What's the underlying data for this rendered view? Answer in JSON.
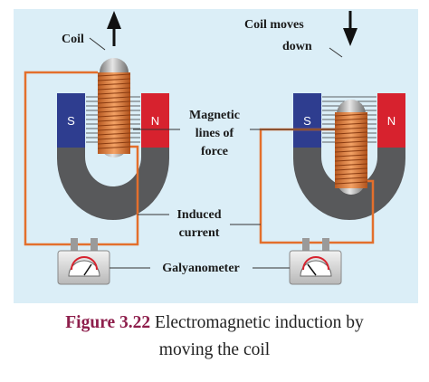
{
  "labels": {
    "coil": "Coil",
    "coil_moves": "Coil moves",
    "down": "down",
    "magnetic": "Magnetic",
    "lines_of": "lines of",
    "force": "force",
    "induced": "Induced",
    "current": "current",
    "galvanometer": "Galyanometer"
  },
  "poles": {
    "south": "S",
    "north": "N"
  },
  "caption": {
    "label": "Figure 3.22",
    "line1": "Electromagnetic induction by",
    "line2": "moving the coil"
  },
  "colors": {
    "panel_bg": "#dbeef7",
    "magnet_body": "#58595b",
    "south_pole": "#2e3d8f",
    "north_pole": "#d7222e",
    "coil_copper": "#e07b3c",
    "wire": "#e36f2c",
    "caption_label": "#8e1f4c"
  }
}
